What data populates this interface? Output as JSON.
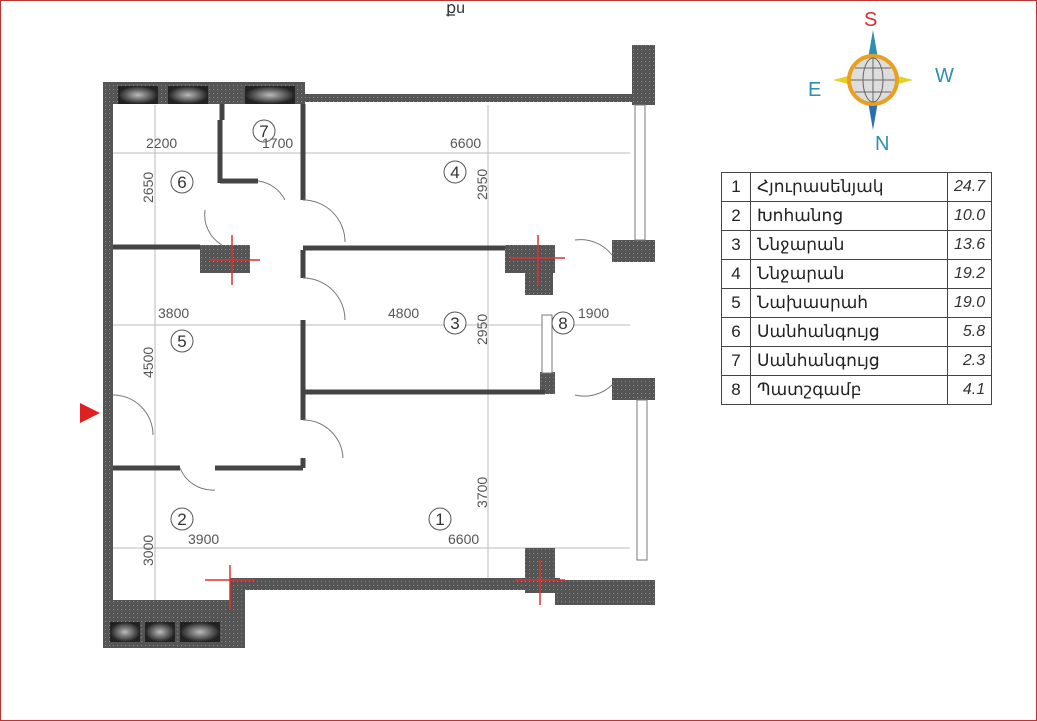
{
  "header_text": "քu",
  "compass": {
    "s": "S",
    "e": "E",
    "w": "W",
    "n": "N"
  },
  "rooms": [
    {
      "num": "1",
      "name": "Հյուրասենյակ",
      "area": "24.7"
    },
    {
      "num": "2",
      "name": "Խոհանոց",
      "area": "10.0"
    },
    {
      "num": "3",
      "name": "Ննջարան",
      "area": "13.6"
    },
    {
      "num": "4",
      "name": "Ննջարան",
      "area": "19.2"
    },
    {
      "num": "5",
      "name": "Նախասրահ",
      "area": "19.0"
    },
    {
      "num": "6",
      "name": "Սանհանգույց",
      "area": "5.8"
    },
    {
      "num": "7",
      "name": "Սանհանգույց",
      "area": "2.3"
    },
    {
      "num": "8",
      "name": "Պատշգամբ",
      "area": "4.1"
    }
  ],
  "dimensions": {
    "d2200": "2200",
    "d1700": "1700",
    "d6600a": "6600",
    "d2650": "2650",
    "d2950a": "2950",
    "d3800": "3800",
    "d4800": "4800",
    "d2950b": "2950",
    "d1900": "1900",
    "d4500": "4500",
    "d3700": "3700",
    "d3000": "3000",
    "d3900": "3900",
    "d6600b": "6600"
  }
}
